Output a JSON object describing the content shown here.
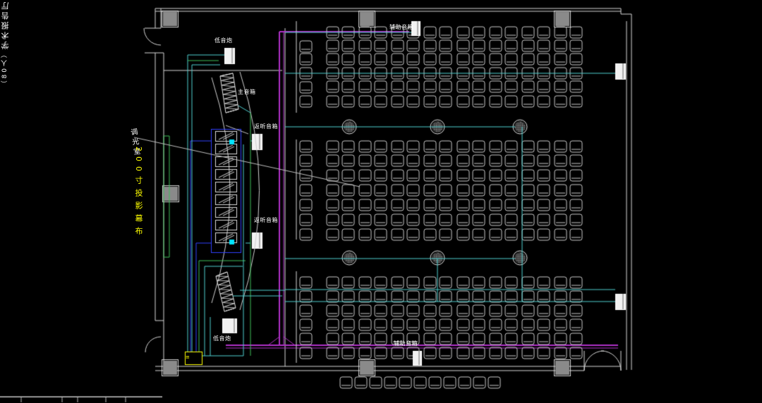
{
  "labels": {
    "subwoofer_top": "低音炮",
    "subwoofer_bottom": "低音炮",
    "main_speaker": "主音箱",
    "monitor_top": "返听音箱",
    "monitor_bottom": "返听音箱",
    "aux_top": "辅助音箱",
    "aux_bottom": "辅助音箱",
    "control_room": "调光室",
    "screen_text": "200寸投影幕布",
    "hall_name": "学术报告厅",
    "hall_capacity": "（80人）",
    "panel_marker": "≡"
  },
  "colors": {
    "background": "#000000",
    "wall": "#d9d9d9",
    "seat": "#c8c8c8",
    "cyan_cable": "#4fd1d1",
    "green_cable": "#3fbf5a",
    "blue_cable": "#3040ff",
    "magenta_cable": "#b030c8",
    "label_yellow": "#ffff00",
    "pillar": "#8a8a8a"
  }
}
